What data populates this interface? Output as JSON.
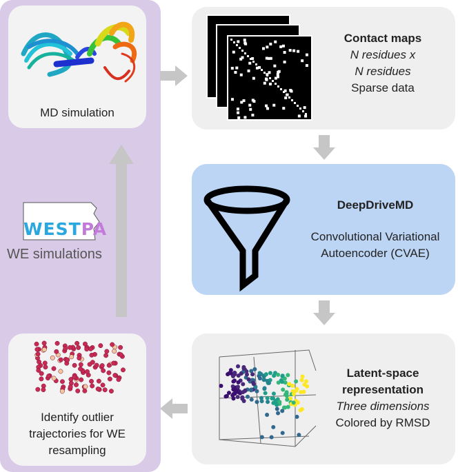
{
  "md_card": {
    "label": "MD simulation"
  },
  "we_panel": {
    "logo_text": "WESTPA",
    "label": "WE simulations"
  },
  "contact_card": {
    "title": "Contact maps",
    "line1": "N residues x",
    "line2": "N residues",
    "line3": "Sparse data"
  },
  "ddmd_card": {
    "title": "DeepDriveMD",
    "line1": "Convolutional Variational",
    "line2": "Autoencoder (CVAE)"
  },
  "latent_card": {
    "title_line1": "Latent-space",
    "title_line2": "representation",
    "line1": "Three dimensions",
    "line2": "Colored by RMSD"
  },
  "outlier_card": {
    "line1": "Identify outlier",
    "line2": "trajectories for WE",
    "line3": "resampling"
  },
  "colors": {
    "lane": "#d9cbe8",
    "card_grey": "#efefef",
    "card_blue": "#bcd5f5",
    "arrow": "#c6c6c6",
    "logo_blue": "#2aa7de",
    "logo_purple": "#c27bd9"
  }
}
